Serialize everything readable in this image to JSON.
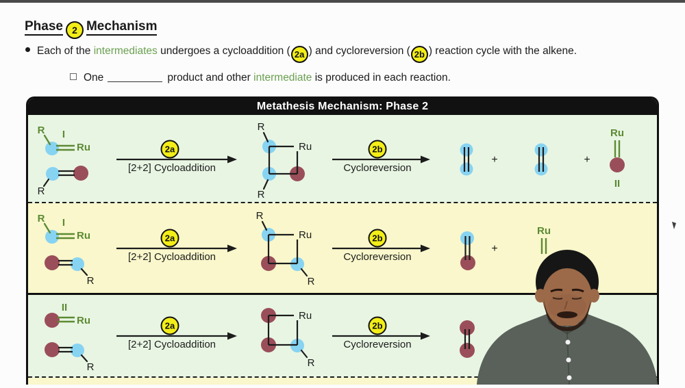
{
  "window": {
    "top_strip_color": "#4a4a4a",
    "background": "#fcfcfc"
  },
  "heading": {
    "part1": "Phase",
    "badge": "2",
    "part2": "Mechanism"
  },
  "bullet": {
    "pre": "Each of the ",
    "green_word": "intermediates",
    "mid1": " undergoes a cycloaddition (",
    "mid2": ") and cycloreversion (",
    "post": ") reaction cycle with the alkene."
  },
  "sub_bullet": {
    "pre": "One",
    "mid": "product and other ",
    "green_word": "intermediate",
    "post": " is produced in each reaction."
  },
  "icons": {
    "bullet_style": "filled-dot",
    "sub_bullet_style": "open-square",
    "cursor_mark": "small dark tick at right margin"
  },
  "diagram": {
    "title": "Metathesis Mechanism: Phase 2",
    "labels": {
      "R": "R",
      "Ru": "Ru",
      "I": "I",
      "II": "II",
      "plus": "+"
    },
    "steps": {
      "s2a_label": "2a",
      "s2a_name": "[2+2] Cycloaddition",
      "s2b_label": "2b",
      "s2b_name": "Cycloreversion"
    },
    "colors": {
      "row_green": "#e8f5e3",
      "row_yellow": "#f9f7cb",
      "carbene_green": "#5c8a33",
      "highlight_blue": "#87d3f2",
      "highlight_maroon": "#9a4e59",
      "badge_yellow": "#f3ee18",
      "header_bg": "#111111"
    },
    "rows": [
      {
        "background": "green",
        "reactants": [
          "intermediate I carbene: R–C(blue)=Ru",
          "alkene: R–C(blue)=C(maroon)"
        ],
        "via": "ruthenacyclobutane (R on blue carbons, maroon carbon, Ru)",
        "products": [
          "blue=blue alkene",
          "blue=blue alkene",
          "Ru=C(maroon) carbene, intermediate II"
        ]
      },
      {
        "background": "yellow",
        "reactants": [
          "intermediate I carbene: R–C(blue)=Ru",
          "alkene: C(maroon)=C(blue)–R"
        ],
        "via": "ruthenacyclobutane (blue R carbon, maroon carbon, blue R carbon, Ru)",
        "products": [
          "blue=maroon alkene",
          "Ru carbene (partially hidden by instructor)"
        ]
      },
      {
        "background": "green",
        "reactants": [
          "intermediate II carbene: C(maroon)=Ru",
          "alkene: C(maroon)=C(blue)–R"
        ],
        "via": "ruthenacyclobutane (two maroon carbons, blue R carbon, Ru)",
        "products": [
          "maroon=maroon alkene (rest hidden by instructor)"
        ]
      }
    ]
  },
  "video_overlay": {
    "description": "instructor looking down, dark polo shirt",
    "shirt_color": "#59615a",
    "skin_color": "#9c6a49",
    "hair_color": "#161616"
  }
}
